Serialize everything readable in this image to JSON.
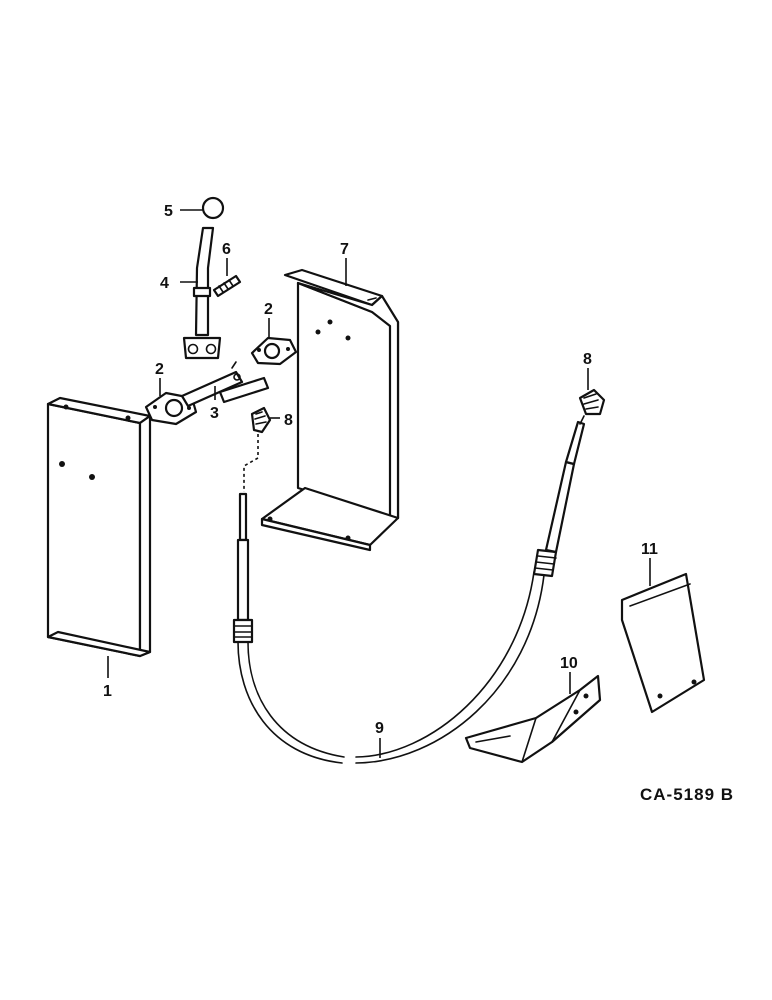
{
  "callouts": {
    "c1": "1",
    "c2a": "2",
    "c2b": "2",
    "c3": "3",
    "c4": "4",
    "c5": "5",
    "c6": "6",
    "c7": "7",
    "c8a": "8",
    "c8b": "8",
    "c9": "9",
    "c10": "10",
    "c11": "11"
  },
  "drawing_code": "CA-5189 B"
}
